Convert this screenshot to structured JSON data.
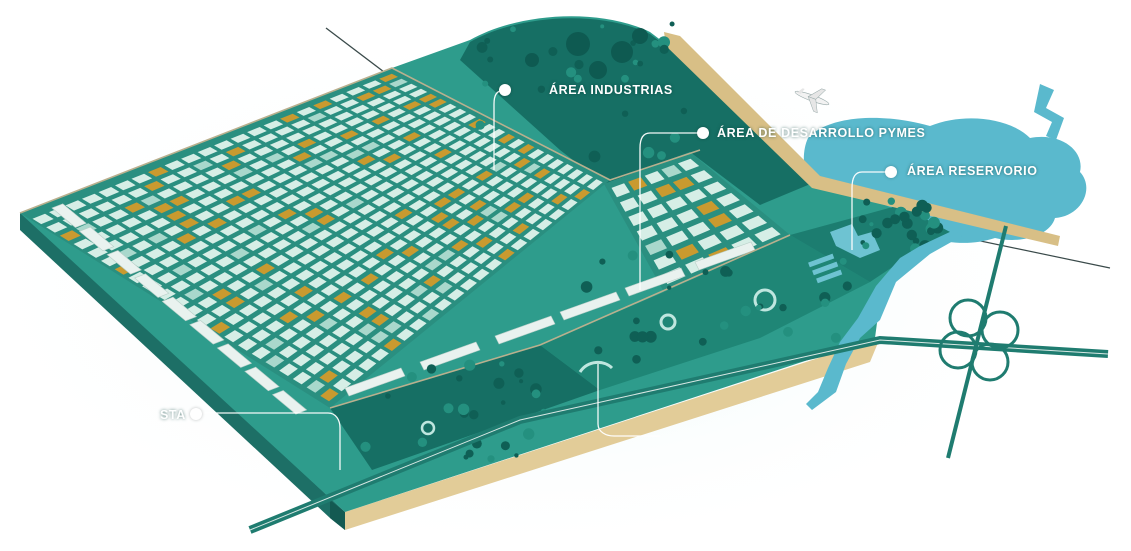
{
  "labels": {
    "industrias": "ÁREA INDUSTRIAS",
    "pymes": "ÁREA DE DESARROLLO PYMES",
    "reservorio": "ÁREA RESERVORIO",
    "left_partial": "STA"
  },
  "colors": {
    "platform_top": "#2e9c8c",
    "platform_side": "#1d6f66",
    "ground_dark": "#166f64",
    "block": "#d6eee6",
    "block_accent": "#c99a2f",
    "water": "#5ab9cd",
    "sand": "#e2cc98",
    "highway": "#1f7c70",
    "road": "#b9b08e"
  },
  "icons": [
    "airplane-icon",
    "label-dot-icon"
  ]
}
